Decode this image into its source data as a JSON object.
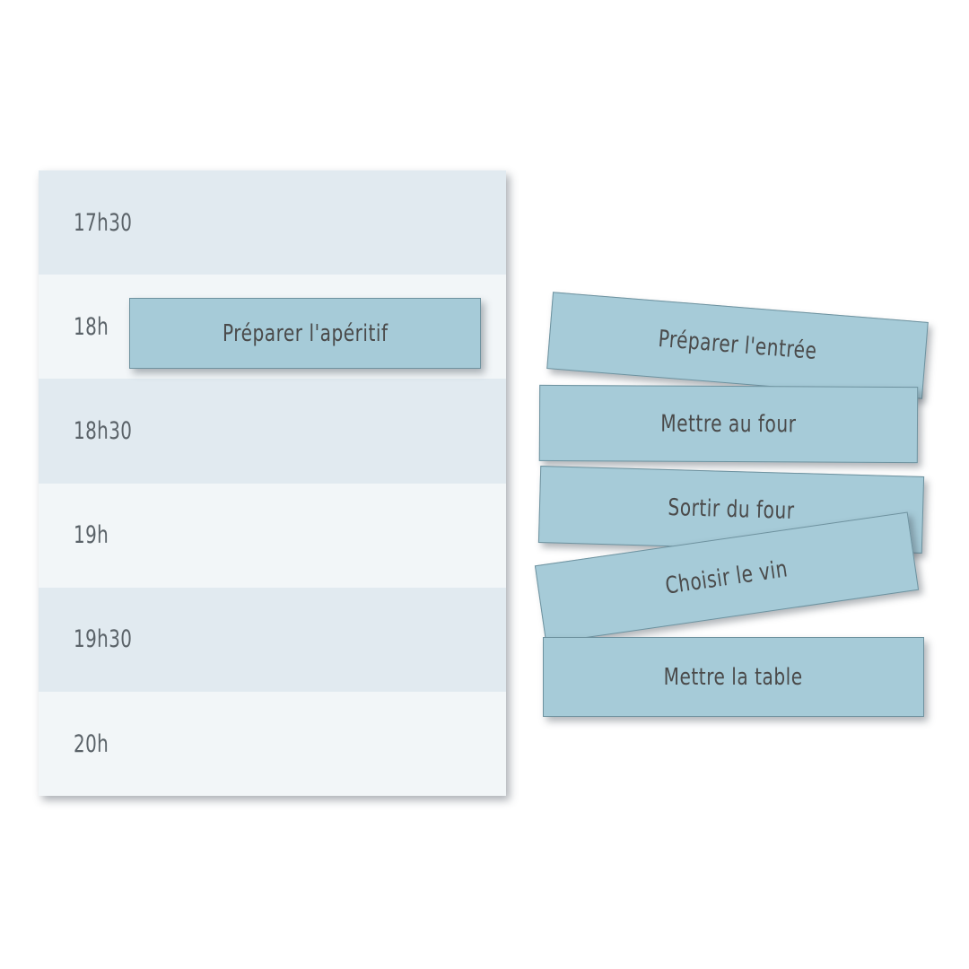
{
  "schedule": {
    "name": "timeline-schedule",
    "slots": [
      {
        "time": "17h30",
        "shade": "dark"
      },
      {
        "time": "18h",
        "shade": "light"
      },
      {
        "time": "18h30",
        "shade": "dark"
      },
      {
        "time": "19h",
        "shade": "light"
      },
      {
        "time": "19h30",
        "shade": "dark"
      },
      {
        "time": "20h",
        "shade": "light"
      }
    ],
    "scheduled_task": {
      "label": "Préparer l'apéritif",
      "slot_time": "18h"
    }
  },
  "task_pile": {
    "cards": [
      {
        "label": "Préparer l'entrée",
        "rotation_deg": 4.6
      },
      {
        "label": "Mettre au four",
        "rotation_deg": 0.3
      },
      {
        "label": "Sortir du four",
        "rotation_deg": 1.6
      },
      {
        "label": "Choisir le vin",
        "rotation_deg": -8.2
      },
      {
        "label": "Mettre la table",
        "rotation_deg": 0
      }
    ]
  },
  "colors": {
    "card_fill": "#a6cbd8",
    "card_border": "#6e929f",
    "row_dark": "#e1eaf0",
    "row_light": "#f2f6f8",
    "text_dark": "#4a4a4a",
    "text_time": "#5a6268",
    "page_background": "#ffffff"
  }
}
